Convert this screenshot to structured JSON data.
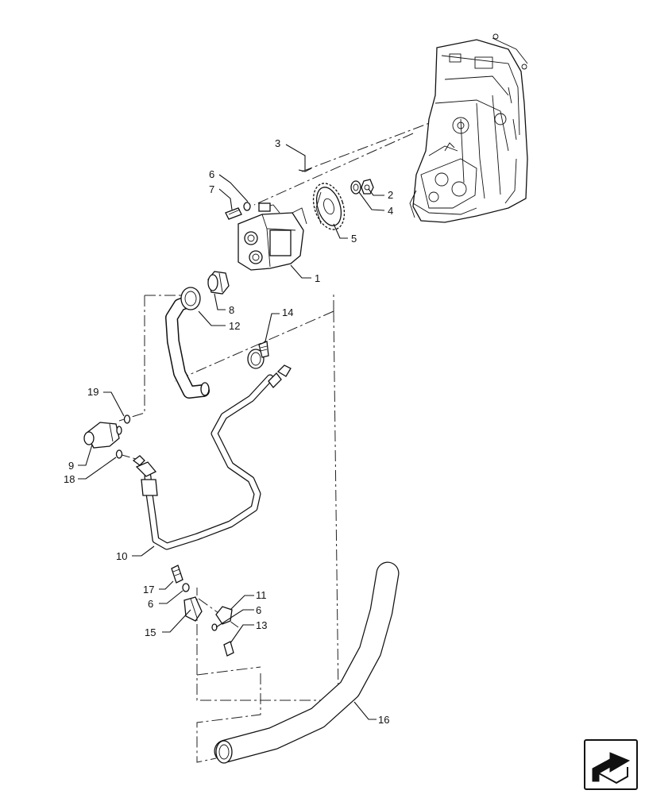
{
  "callouts": {
    "c1": "1",
    "c2": "2",
    "c3": "3",
    "c4": "4",
    "c5": "5",
    "c6a": "6",
    "c6b": "6",
    "c6c": "6",
    "c7": "7",
    "c8": "8",
    "c9": "9",
    "c10": "10",
    "c11": "11",
    "c12": "12",
    "c13": "13",
    "c14": "14",
    "c15": "15",
    "c16": "16",
    "c17": "17",
    "c18": "18",
    "c19": "19"
  },
  "icons": {
    "nav": "next-page-arrow-icon",
    "engine": "engine-block-icon"
  }
}
